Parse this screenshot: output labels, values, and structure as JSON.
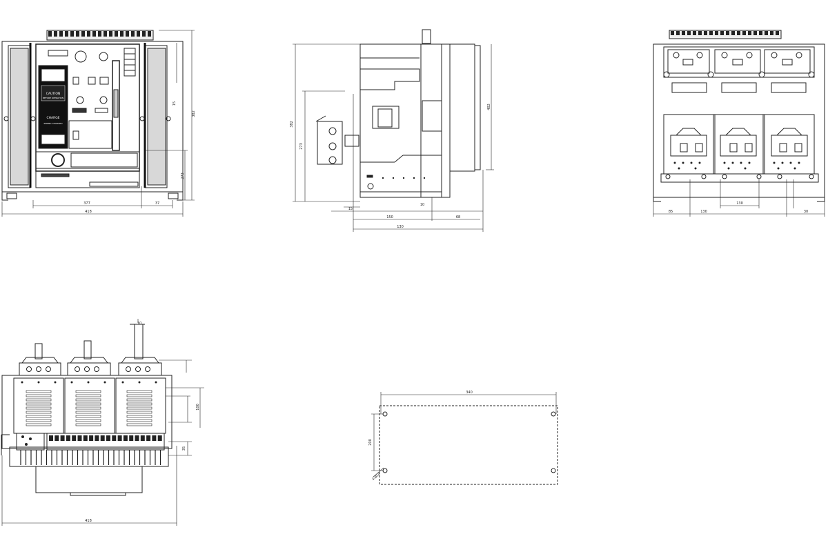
{
  "colors": {
    "ink": "#222222",
    "face": "#ffffff",
    "dark": "#111111",
    "panel": "#cfcfcf"
  },
  "views": [
    {
      "name": "front-view",
      "label": ""
    },
    {
      "name": "side-view",
      "label": ""
    },
    {
      "name": "rear-view",
      "label": ""
    },
    {
      "name": "top-view",
      "label": ""
    },
    {
      "name": "mounting-plan",
      "label": ""
    }
  ],
  "dims": {
    "front_width": "418",
    "front_inner": "377",
    "front_right": "37",
    "front_small": "15",
    "front_height": "382",
    "front_mid": "273",
    "side_depth": "402",
    "side_a": "150",
    "side_b": "130",
    "side_c": "15",
    "side_d": "68",
    "side_top": "10",
    "side_h1": "273",
    "side_h2": "382",
    "rear_w1": "85",
    "rear_w2": "130",
    "rear_w3": "130",
    "rear_w4": "30",
    "top_width": "418",
    "top_boss": "10",
    "top_r1": "100",
    "top_r2": "35",
    "mount_w": "340",
    "mount_h": "200",
    "mount_hole": "4-Ø10"
  },
  "front_labels": {
    "caution": "CAUTION",
    "caution_sub": "BEFORE OPERATION",
    "charge": "CHARGE",
    "charge_sub": "SPRING CHARGED"
  }
}
